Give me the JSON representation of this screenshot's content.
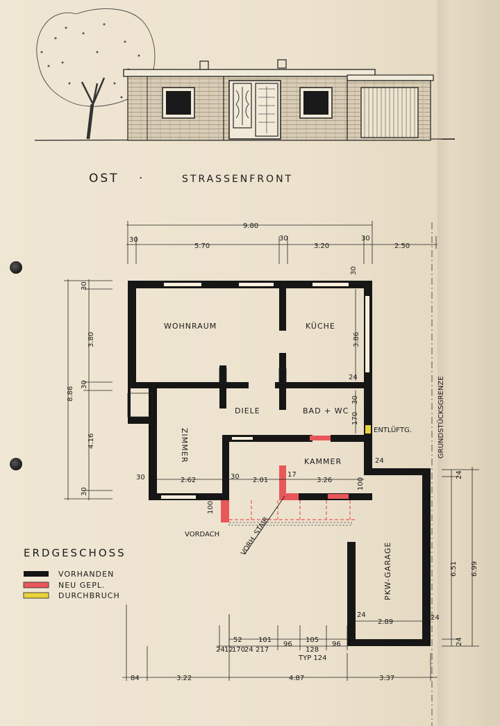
{
  "elevation": {
    "direction": "OST",
    "separator": "·",
    "title": "STRASSENFRONT"
  },
  "plan": {
    "rooms": {
      "wohnraum": "WOHNRAUM",
      "kueche": "KÜCHE",
      "diele": "DIELE",
      "bad": "BAD + WC",
      "zimmer": "ZIMMER",
      "kammer": "KAMMER",
      "garage": "PKW-GARAGE"
    },
    "labels": {
      "entlueftung": "ENTLÜFTG.",
      "vordach": "VORDACH",
      "treppe": "VORH. STAIR",
      "grenze": "GRUNDSTÜCKSGRENZE",
      "typ": "TYP 124"
    },
    "dims_top": {
      "total": "9.80",
      "w1": "30",
      "seg1": "5.70",
      "w2": "30",
      "seg2": "3.20",
      "w3": "30",
      "seg3": "2.50",
      "w4": "30"
    },
    "dims_left": {
      "total": "8.86",
      "w_top": "30",
      "upper": "3.80",
      "w_mid": "30",
      "lower": "4.16",
      "w_bot": "30"
    },
    "dims_inner": {
      "kueche_h": "3.86",
      "d24a": "24",
      "d30a": "30",
      "d170": "170",
      "d30_left": "30",
      "zimmer_w": "2.62",
      "d30_mid": "30",
      "diele_w": "2.01",
      "d17": "17",
      "kammer_w": "3.26",
      "d100": "100",
      "d100b": "100",
      "d24_kammer": "24"
    },
    "dims_garage": {
      "d24_top": "24",
      "h1": "6.51",
      "h2": "6.99",
      "d24_bot": "24",
      "d24_l": "24",
      "width": "2.89",
      "d24_r": "24"
    },
    "dims_stair": {
      "a": "24",
      "b": "12",
      "c": "170",
      "d": "24",
      "e": "52",
      "f": "217",
      "g": "101",
      "h": "96",
      "i": "105",
      "j": "128",
      "k": "96"
    },
    "dims_bottom": {
      "a": "84",
      "b": "3.22",
      "c": "4.87",
      "d": "3.37"
    }
  },
  "legend": {
    "title": "ERDGESCHOSS",
    "items": [
      {
        "label": "VORHANDEN",
        "color": "#141414"
      },
      {
        "label": "NEU GEPL.",
        "color": "#e8585a"
      },
      {
        "label": "DURCHBRUCH",
        "color": "#e9d23a"
      }
    ]
  },
  "colors": {
    "paper": "#ece2ce",
    "ink": "#161616",
    "new": "#e8585a",
    "breakthrough": "#e9d23a"
  }
}
